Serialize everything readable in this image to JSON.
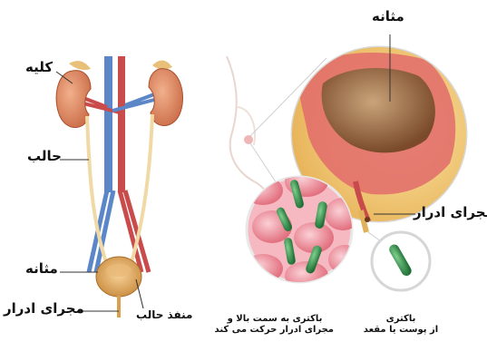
{
  "left_diagram": {
    "kidney_label": "کلیه",
    "ureter_label": "حالب",
    "bladder_label": "مثانه",
    "urethra_label": "مجرای ادرار",
    "ureter_orifice_label": "منفذ حالب"
  },
  "right_diagram": {
    "bladder_label": "مثانه",
    "urethra_label": "مجرای ادرار",
    "bacteria_climb_label_line1": "باکتری به سمت بالا و",
    "bacteria_climb_label_line2": "مجرای ادرار حرکت می کند",
    "bacteria_source_label_line1": "باکتری",
    "bacteria_source_label_line2": "از پوست یا مقعد"
  },
  "colors": {
    "kidney": "#d9805a",
    "vein": "#5b86c8",
    "artery": "#c94b4b",
    "ureter": "#f1d9a6",
    "bladder_wall": "#d9a04d",
    "bladder_lumen": "#8a5a36",
    "tissue_pink": "#ef9aa8",
    "bacteria": "#2f8f4a"
  }
}
